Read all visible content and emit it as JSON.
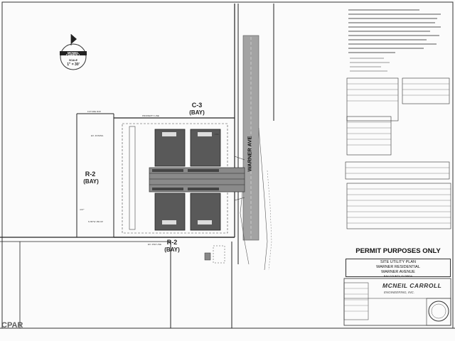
{
  "labels": {
    "zone_c3": "C-3",
    "zone_c3_sub": "(BAY)",
    "zone_r2_left": "R-2",
    "zone_r2_left_sub": "(BAY)",
    "zone_r2_bottom": "R-2",
    "zone_r2_bottom_sub": "(BAY)",
    "street": "WARNER AVE"
  },
  "logo": {
    "line1": "MCNEIL",
    "line2": "CARROLL",
    "scale_word": "SCALE",
    "scale": "1\" = 30'"
  },
  "title_block": {
    "permit": "PERMIT PURPOSES ONLY",
    "plan_title": "SITE UTILITY PLAN",
    "project": "WARNER RESIDENTIAL",
    "location": "WARNER AVENUE",
    "county": "BAY COUNTY, FLORIDA"
  },
  "firm": {
    "name_line1": "MCNEIL CARROLL",
    "name_line2": "ENGINEERING, INC."
  },
  "watermark": "CPAR",
  "colors": {
    "line": "#222222",
    "pad": "#555555",
    "road": "#9a9a9a"
  }
}
